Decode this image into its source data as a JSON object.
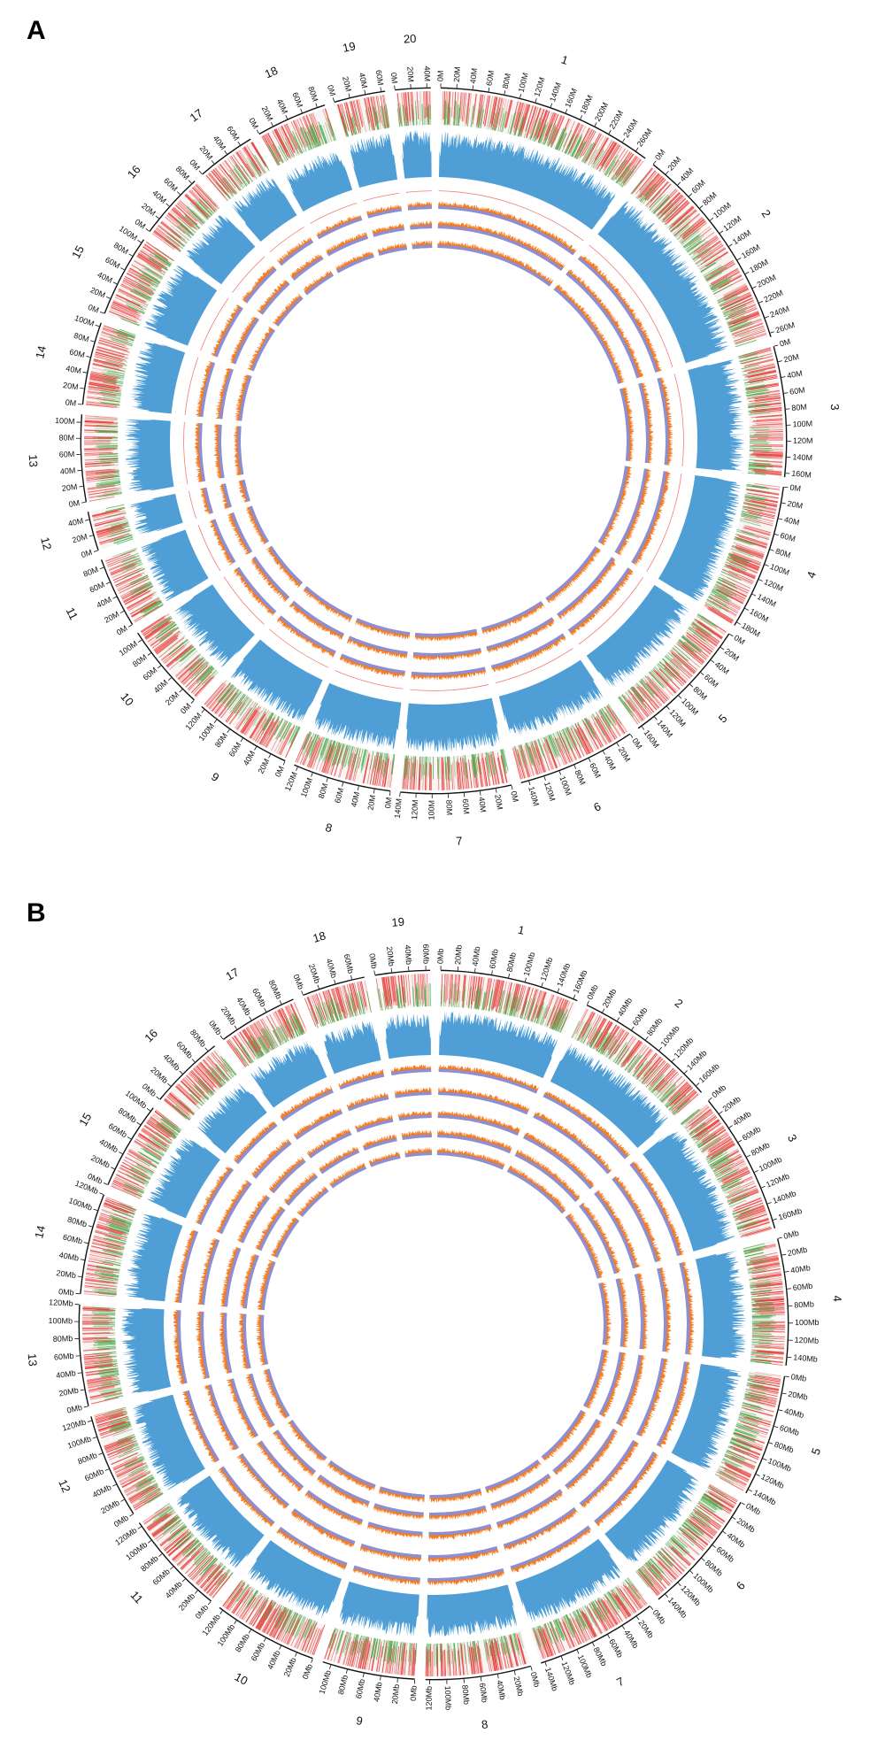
{
  "panels": [
    {
      "letter": "A",
      "tick_unit": "M",
      "chromosomes": [
        {
          "name": "1",
          "length": 275
        },
        {
          "name": "2",
          "length": 265
        },
        {
          "name": "3",
          "length": 165
        },
        {
          "name": "4",
          "length": 185
        },
        {
          "name": "5",
          "length": 165
        },
        {
          "name": "6",
          "length": 150
        },
        {
          "name": "7",
          "length": 140
        },
        {
          "name": "8",
          "length": 125
        },
        {
          "name": "9",
          "length": 125
        },
        {
          "name": "10",
          "length": 110
        },
        {
          "name": "11",
          "length": 90
        },
        {
          "name": "12",
          "length": 50
        },
        {
          "name": "13",
          "length": 110
        },
        {
          "name": "14",
          "length": 105
        },
        {
          "name": "15",
          "length": 105
        },
        {
          "name": "16",
          "length": 85
        },
        {
          "name": "17",
          "length": 75
        },
        {
          "name": "18",
          "length": 90
        },
        {
          "name": "19",
          "length": 65
        },
        {
          "name": "20",
          "length": 45
        }
      ],
      "inner_track_count": 3,
      "has_red_line_track": true
    },
    {
      "letter": "B",
      "tick_unit": "Mb",
      "chromosomes": [
        {
          "name": "1",
          "length": 165
        },
        {
          "name": "2",
          "length": 170
        },
        {
          "name": "3",
          "length": 170
        },
        {
          "name": "4",
          "length": 150
        },
        {
          "name": "5",
          "length": 145
        },
        {
          "name": "6",
          "length": 150
        },
        {
          "name": "7",
          "length": 145
        },
        {
          "name": "8",
          "length": 125
        },
        {
          "name": "9",
          "length": 110
        },
        {
          "name": "10",
          "length": 125
        },
        {
          "name": "11",
          "length": 125
        },
        {
          "name": "12",
          "length": 125
        },
        {
          "name": "13",
          "length": 120
        },
        {
          "name": "14",
          "length": 120
        },
        {
          "name": "15",
          "length": 105
        },
        {
          "name": "16",
          "length": 90
        },
        {
          "name": "17",
          "length": 95
        },
        {
          "name": "18",
          "length": 75
        },
        {
          "name": "19",
          "length": 65
        }
      ],
      "inner_track_count": 5,
      "has_red_line_track": false
    }
  ],
  "colors": {
    "density_blue": "#4f9fd6",
    "snp_red": "#e8413c",
    "snp_green": "#4caf50",
    "gc_orange": "#f27c23",
    "base_purple": "#8b8fd6",
    "line_red": "#f07d7d",
    "axis": "#111111"
  }
}
